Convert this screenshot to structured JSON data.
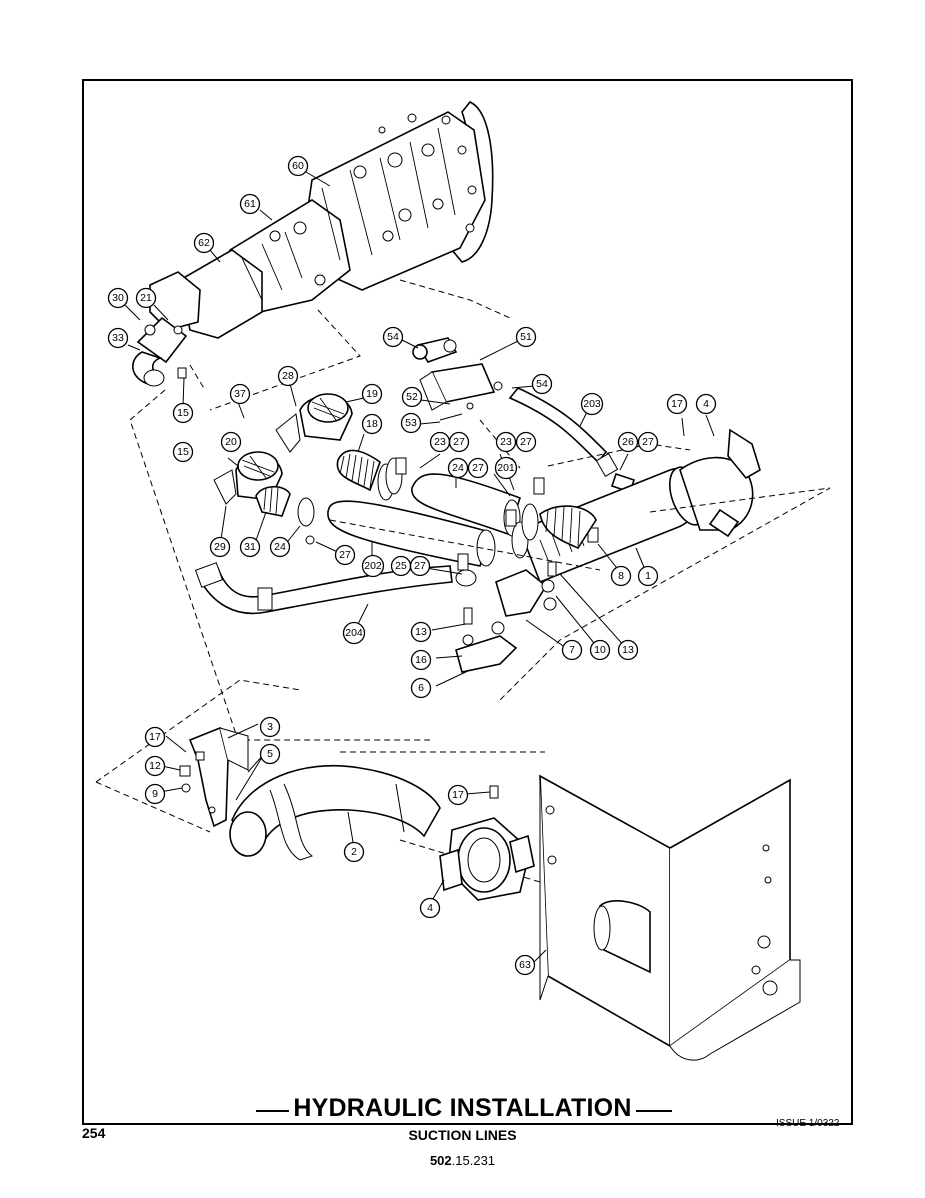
{
  "title": "HYDRAULIC INSTALLATION",
  "subtitle": "SUCTION LINES",
  "doc_number_bold": "502",
  "doc_number_rest": ".15.231",
  "page_number": "254",
  "issue": "ISSUE 1/0322",
  "callouts": {
    "c60": "60",
    "c61": "61",
    "c62": "62",
    "c30": "30",
    "c21": "21",
    "c33": "33",
    "c15a": "15",
    "c15b": "15",
    "c54a": "54",
    "c51": "51",
    "c54b": "54",
    "c52": "52",
    "c53": "53",
    "c203": "203",
    "c17a": "17",
    "c4a": "4",
    "c28": "28",
    "c19": "19",
    "c37": "37",
    "c18": "18",
    "c23a": "23",
    "c27a": "27",
    "c23b": "23",
    "c27b": "27",
    "c26": "26",
    "c27c": "27",
    "c20": "20",
    "c24a": "24",
    "c27d": "27",
    "c201": "201",
    "c29": "29",
    "c31": "31",
    "c24b": "24",
    "c27e": "27",
    "c202": "202",
    "c25": "25",
    "c27f": "27",
    "c8": "8",
    "c1": "1",
    "c204": "204",
    "c13a": "13",
    "c16": "16",
    "c6": "6",
    "c7": "7",
    "c10": "10",
    "c13b": "13",
    "c3": "3",
    "c17b": "17",
    "c5": "5",
    "c12": "12",
    "c9": "9",
    "c17c": "17",
    "c2": "2",
    "c4b": "4",
    "c63": "63"
  }
}
